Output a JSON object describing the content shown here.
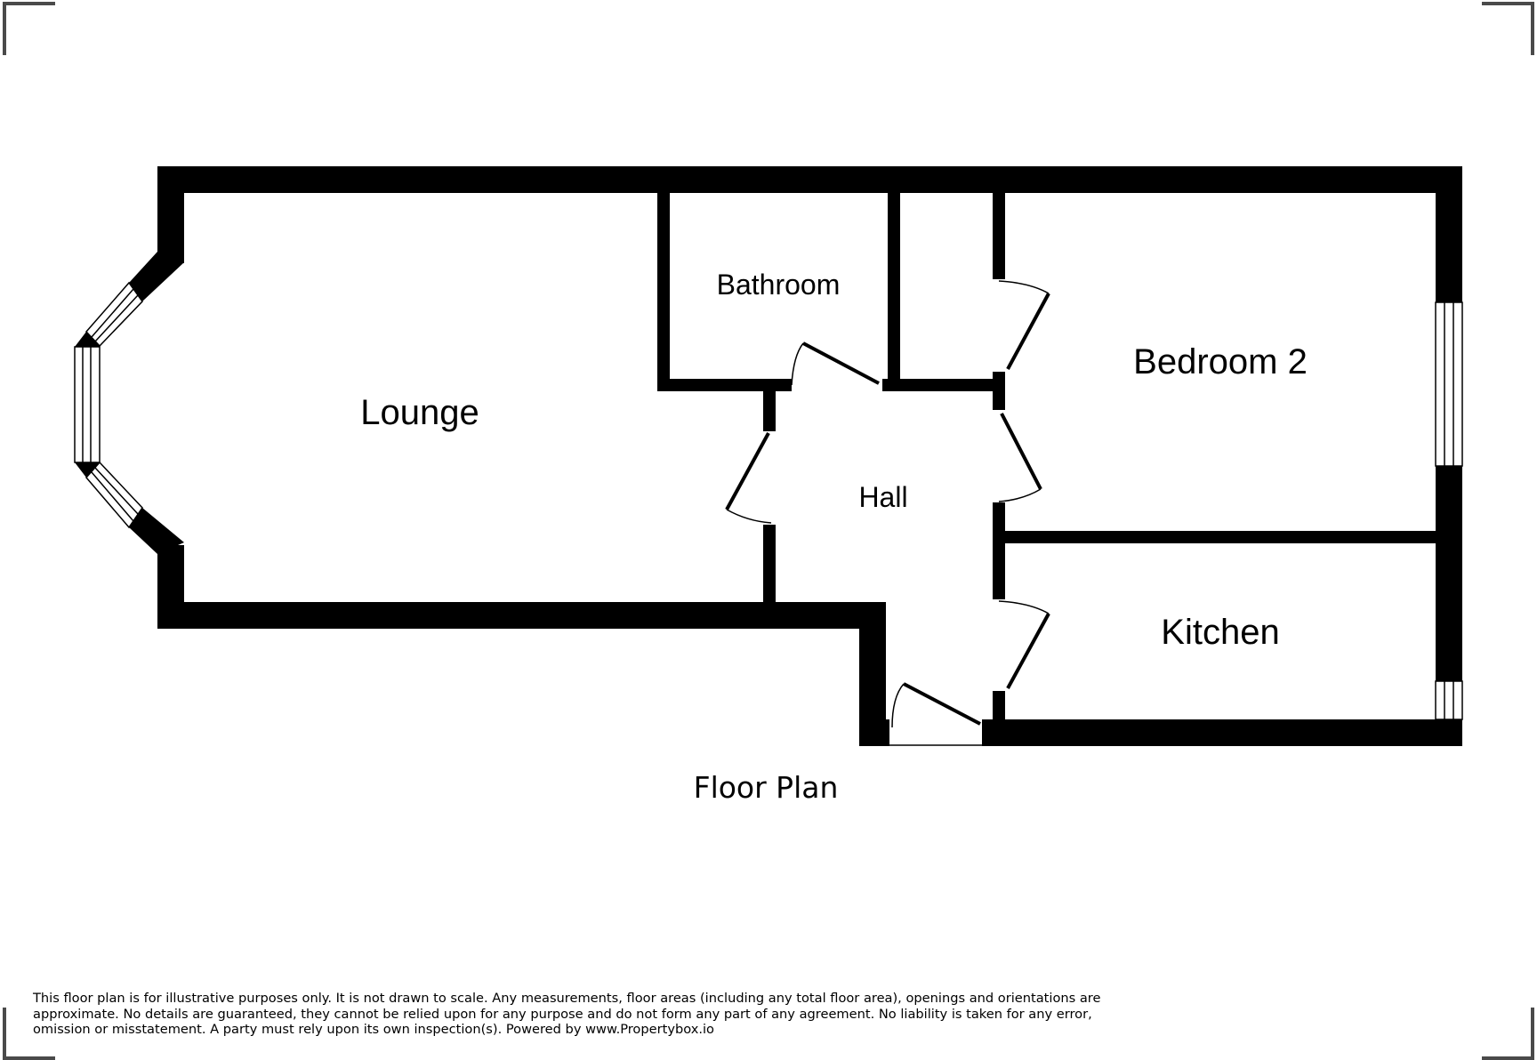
{
  "plan": {
    "caption": "Floor Plan",
    "rooms": {
      "lounge": "Lounge",
      "bathroom": "Bathroom",
      "bedroom": "Bedroom 2",
      "hall": "Hall",
      "kitchen": "Kitchen"
    }
  },
  "disclaimer": {
    "text": "This floor plan is for illustrative purposes only. It is not drawn to scale. Any measurements, floor areas (including any total floor area), openings and orientations are approximate. No details are guaranteed, they cannot be relied upon for any purpose and do not form any part of any agreement. No liability is taken for any error, omission or misstatement. A party must rely upon its own inspection(s). Powered by www.Propertybox.io"
  },
  "colors": {
    "wall": "#000000",
    "background": "#ffffff",
    "window_fill": "#ffffff"
  }
}
